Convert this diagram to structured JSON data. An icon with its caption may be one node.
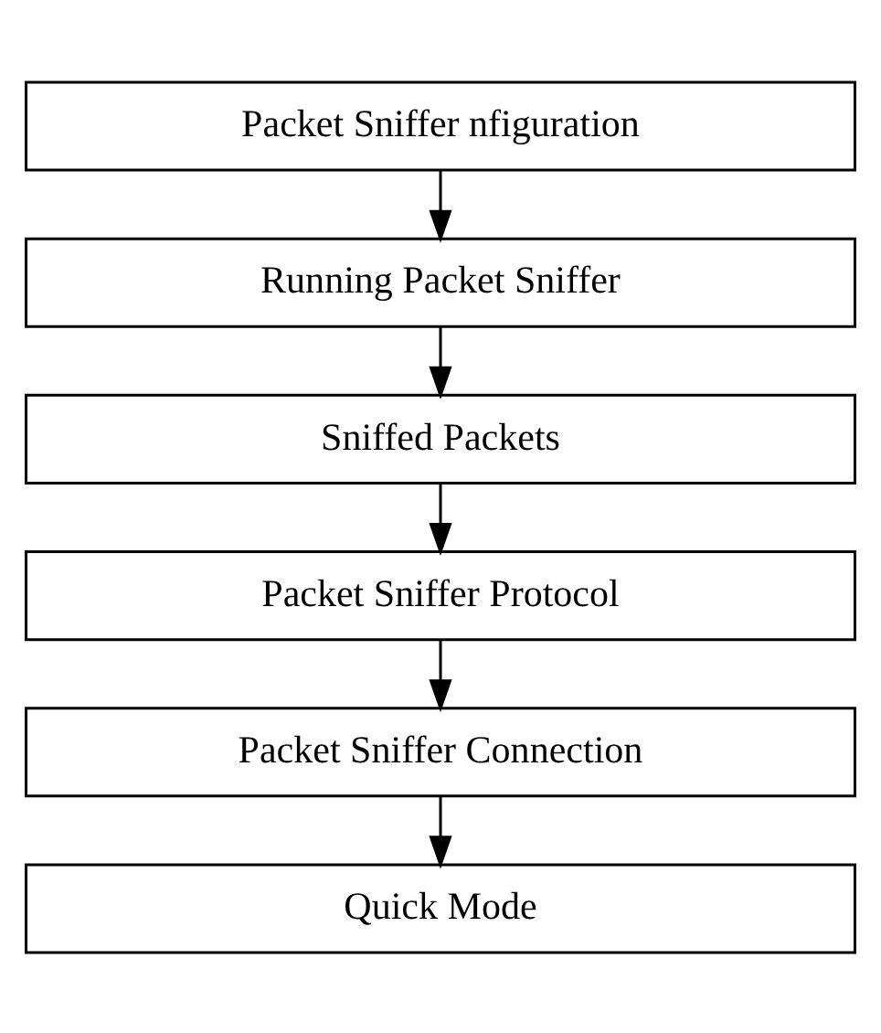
{
  "diagram": {
    "nodes": [
      {
        "text": [
          "Packet Sniffer nfiguration"
        ]
      },
      {
        "text": [
          "Running Packet Sniffer"
        ]
      },
      {
        "text": [
          "Sniffed Packets"
        ]
      },
      {
        "text": [
          "Packet Sniffer Protocol"
        ]
      },
      {
        "text": [
          "Packet Sniffer Connection"
        ]
      },
      {
        "text": [
          "Quick Mode"
        ]
      }
    ],
    "edges": [
      {
        "from": 0,
        "to": 1,
        "arrow": "to"
      },
      {
        "from": 1,
        "to": 2,
        "arrow": "to"
      },
      {
        "from": 2,
        "to": 3,
        "arrow": "to"
      },
      {
        "from": 3,
        "to": 4,
        "arrow": "to"
      },
      {
        "from": 4,
        "to": 5,
        "arrow": "to"
      }
    ]
  }
}
